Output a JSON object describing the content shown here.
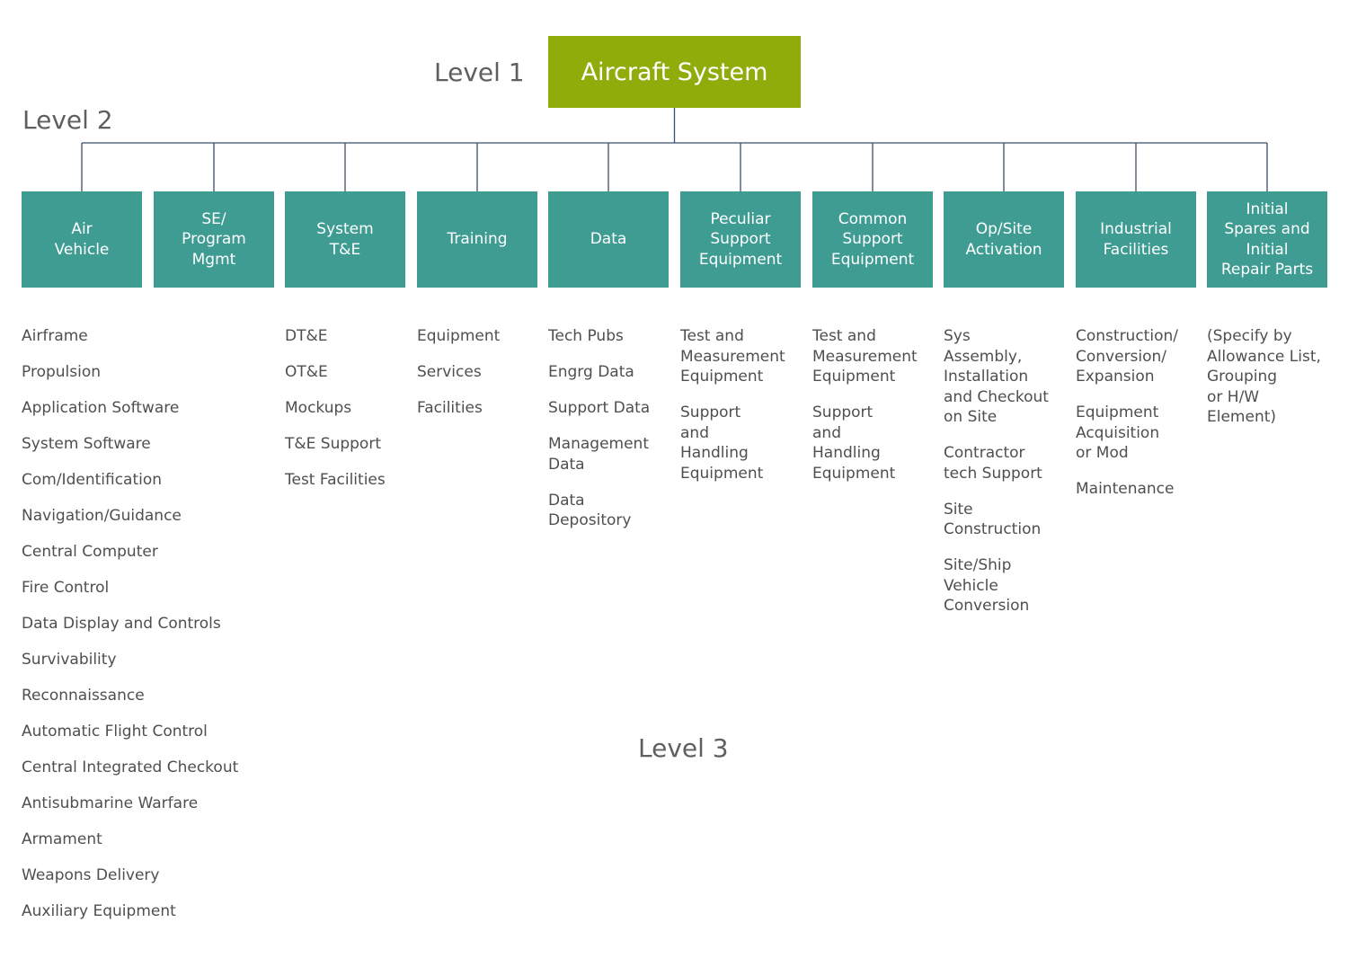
{
  "levels": {
    "level1": "Level 1",
    "level2": "Level 2",
    "level3": "Level 3"
  },
  "root": {
    "label": "Aircraft System",
    "color": "#8fac0a"
  },
  "level2_color": "#3e9c93",
  "level2": [
    {
      "label": "Air\nVehicle"
    },
    {
      "label": "SE/\nProgram\nMgmt"
    },
    {
      "label": "System\nT&E"
    },
    {
      "label": "Training"
    },
    {
      "label": "Data"
    },
    {
      "label": "Peculiar\nSupport\nEquipment"
    },
    {
      "label": "Common\nSupport\nEquipment"
    },
    {
      "label": "Op/Site\nActivation"
    },
    {
      "label": "Industrial\nFacilities"
    },
    {
      "label": "Initial\nSpares and\nInitial\nRepair Parts"
    }
  ],
  "level3": [
    [
      "Airframe",
      "Propulsion",
      "Application Software",
      "System Software",
      "Com/Identification",
      "Navigation/Guidance",
      "Central Computer",
      "Fire Control",
      "Data Display and Controls",
      "Survivability",
      "Reconnaissance",
      "Automatic Flight Control",
      "Central Integrated Checkout",
      "Antisubmarine Warfare",
      "Armament",
      "Weapons Delivery",
      "Auxiliary Equipment"
    ],
    [],
    [
      "DT&E",
      "OT&E",
      "Mockups",
      "T&E Support",
      "Test Facilities"
    ],
    [
      "Equipment",
      "Services",
      "Facilities"
    ],
    [
      "Tech Pubs",
      "Engrg Data",
      "Support Data",
      "Management\nData",
      "Data\nDepository"
    ],
    [
      "Test and\nMeasurement\nEquipment",
      "Support\nand\nHandling\nEquipment"
    ],
    [
      "Test and\nMeasurement\nEquipment",
      "Support\nand\nHandling\nEquipment"
    ],
    [
      "Sys\nAssembly,\nInstallation\nand Checkout\non Site",
      "Contractor\ntech Support",
      "Site\nConstruction",
      "Site/Ship\nVehicle\nConversion"
    ],
    [
      "Construction/\nConversion/\nExpansion",
      "Equipment\nAcquisition\nor Mod",
      "Maintenance"
    ],
    [
      "(Specify by\nAllowance List,\nGrouping\nor H/W\nElement)"
    ]
  ]
}
